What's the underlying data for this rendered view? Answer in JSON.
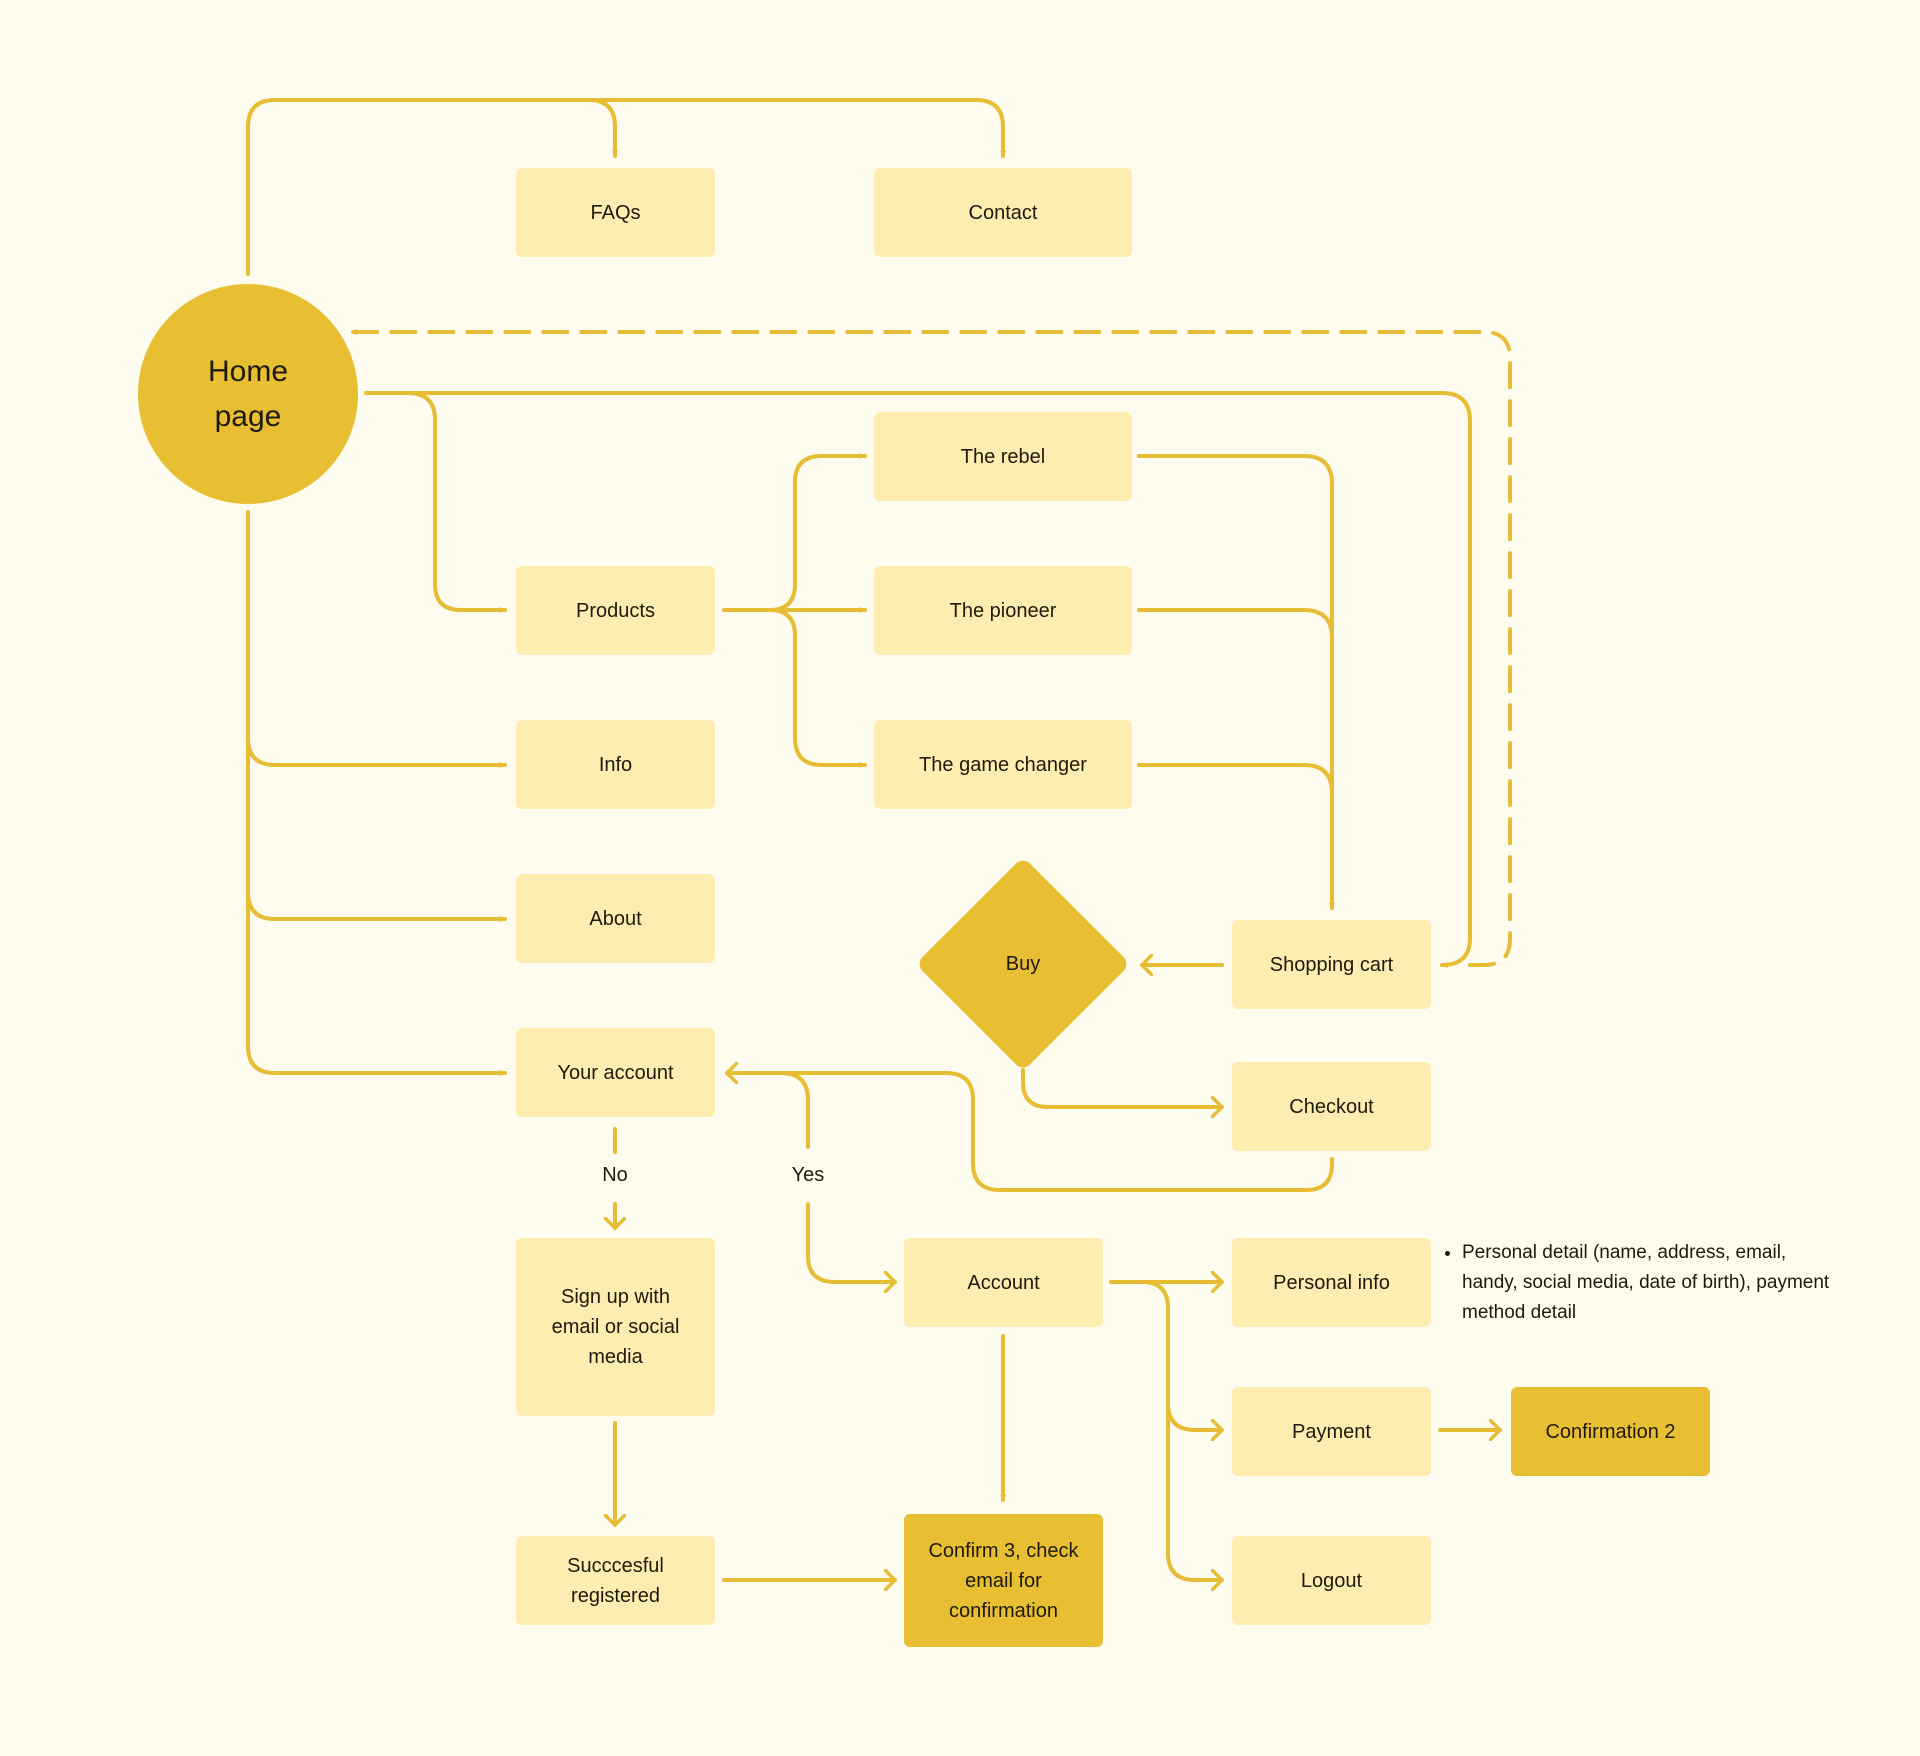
{
  "colors": {
    "background": "#fefbef",
    "box_light": "#fdedb0",
    "box_dark": "#e8bf33",
    "connector": "#e6bd34",
    "text": "#1f1a0e"
  },
  "nodes": {
    "home": "Home\npage",
    "faqs": "FAQs",
    "contact": "Contact",
    "products": "Products",
    "info": "Info",
    "about": "About",
    "your_account": "Your account",
    "rebel": "The rebel",
    "pioneer": "The pioneer",
    "game_changer": "The game changer",
    "buy": "Buy",
    "shopping_cart": "Shopping cart",
    "checkout": "Checkout",
    "sign_up": "Sign up with\nemail or social\nmedia",
    "registered": "Succcesful\nregistered",
    "account": "Account",
    "confirm3": "Confirm 3, check\nemail for\nconfirmation",
    "personal_info": "Personal info",
    "payment": "Payment",
    "confirmation2": "Confirmation 2",
    "logout": "Logout"
  },
  "edge_labels": {
    "no": "No",
    "yes": "Yes"
  },
  "notes": {
    "personal_info": "Personal detail (name, address, email, handy, social media, date of birth), payment method detail"
  }
}
